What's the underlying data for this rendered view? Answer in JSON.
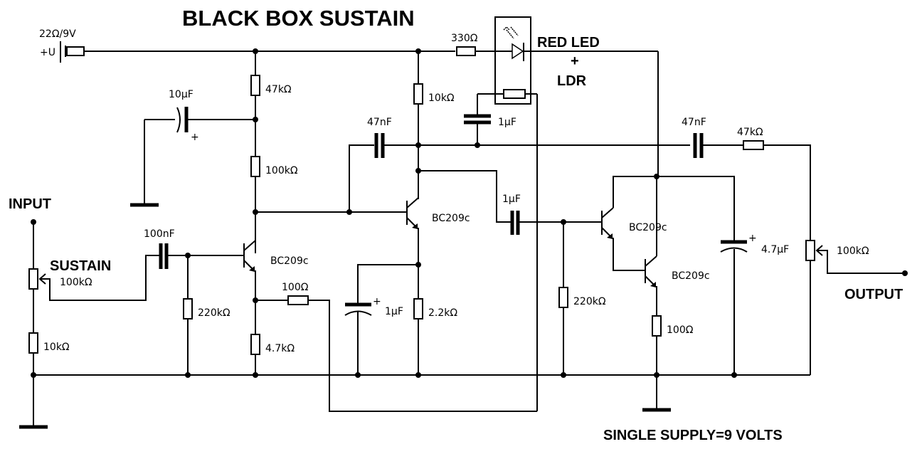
{
  "title": "BLACK BOX SUSTAIN",
  "supply": {
    "label": "22Ω/9V",
    "terminal": "+U"
  },
  "input_label": "INPUT",
  "output_label": "OUTPUT",
  "sustain_label": "SUSTAIN",
  "red_led_label": "RED LED",
  "plus_label": "+",
  "ldr_label": "LDR",
  "footer": "SINGLE SUPPLY=9 VOLTS",
  "components": {
    "r_supply_rail": "330Ω",
    "r_47k_top": "47kΩ",
    "c_10uF": "10µF",
    "r_100k_bias": "100kΩ",
    "r_10k_collector": "10kΩ",
    "c_47nF_left": "47nF",
    "c_1uF_ldr": "1µF",
    "c_47nF_right": "47nF",
    "r_47k_out": "47kΩ",
    "pot_sustain": "100kΩ",
    "r_10k_input": "10kΩ",
    "c_100nF": "100nF",
    "r_220k_left": "220kΩ",
    "q1": "BC209c",
    "r_100_emitter": "100Ω",
    "r_4k7": "4.7kΩ",
    "q2": "BC209c",
    "c_1uF_emitter": "1µF",
    "r_2k2": "2.2kΩ",
    "c_1uF_coupling": "1µF",
    "r_220k_right": "220kΩ",
    "q3": "BC209c",
    "q4": "BC209c",
    "r_100_out": "100Ω",
    "c_4u7": "4.7µF",
    "pot_output": "100kΩ"
  }
}
